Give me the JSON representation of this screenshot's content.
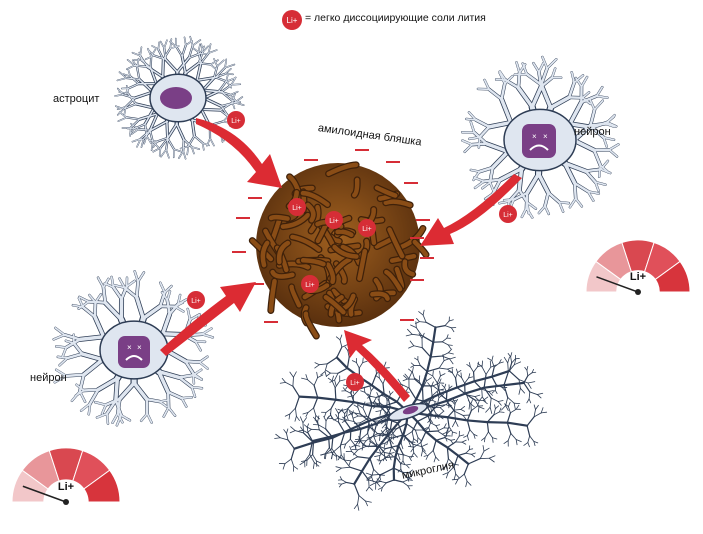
{
  "legend": {
    "ion": "Li+",
    "text": "= легко диссоциирующие соли лития"
  },
  "labels": {
    "astrocyte": "астроцит",
    "plaque": "амилоидная бляшка",
    "neuron_right": "нейрон",
    "neuron_left": "нейрон",
    "microglia": "микроглия"
  },
  "ions": {
    "label": "Li+"
  },
  "gauges": [
    {
      "label": "Li+"
    },
    {
      "label": "Li+"
    }
  ],
  "colors": {
    "cell_fill": "#dfe6f0",
    "cell_stroke": "#2e3d55",
    "nucleus": "#7a3f86",
    "plaque": "#8a4d16",
    "plaque_dark": "#3f210a",
    "arrow": "#dc2b33",
    "ion": "#d62d36",
    "gauge_light": "#f2c7c9",
    "gauge_dark": "#d7343c"
  }
}
